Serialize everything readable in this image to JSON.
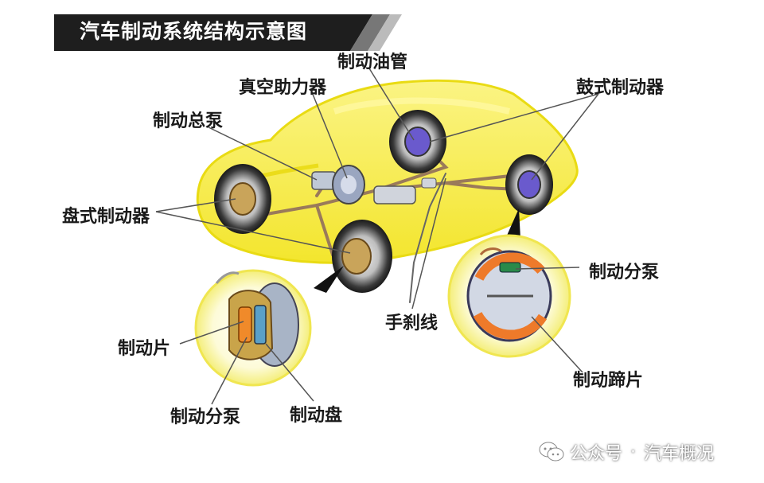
{
  "title": "汽车制动系统结构示意图",
  "labels": {
    "brake_pipe": "制动油管",
    "vacuum_booster": "真空助力器",
    "drum_brake": "鼓式制动器",
    "master_cylinder": "制动总泵",
    "disc_brake": "盘式制动器",
    "wheel_cylinder_right": "制动分泵",
    "handbrake_cable": "手刹线",
    "brake_pad": "制动片",
    "wheel_cylinder_left": "制动分泵",
    "brake_disc": "制动盘",
    "brake_shoe": "制动蹄片"
  },
  "watermark": {
    "account": "公众号",
    "separator": "·",
    "name": "汽车概况"
  },
  "colors": {
    "car_body": "#f6ec2a",
    "title_bar": "#1e1e1e",
    "brake_line": "#9a7a5a",
    "leader_line": "#555555",
    "detail_circle": "#fbf7a0"
  },
  "icons": [
    "wechat-icon"
  ]
}
